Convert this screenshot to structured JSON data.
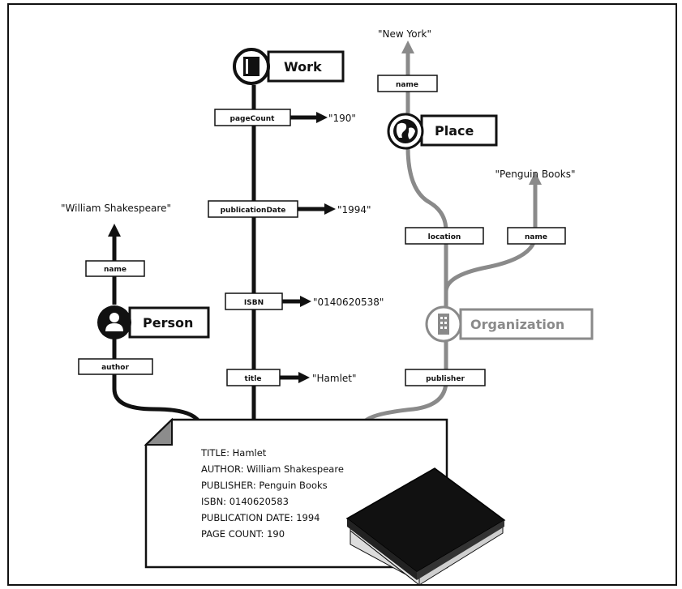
{
  "nodes": {
    "work": "Work",
    "place": "Place",
    "person": "Person",
    "organization": "Organization"
  },
  "properties": {
    "page_count": "pageCount",
    "publication_date": "publicationDate",
    "isbn": "ISBN",
    "title": "title",
    "person_name": "name",
    "author": "author",
    "place_name": "name",
    "location": "location",
    "org_name": "name",
    "publisher": "publisher"
  },
  "values": {
    "page_count": "\"190\"",
    "publication_date": "\"1994\"",
    "isbn": "\"0140620538\"",
    "title": "\"Hamlet\"",
    "person_name": "\"William Shakespeare\"",
    "place_name": "\"New York\"",
    "org_name": "\"Penguin Books\""
  },
  "document": {
    "lines": [
      "TITLE: Hamlet",
      "AUTHOR: William Shakespeare",
      "PUBLISHER: Penguin Books",
      "ISBN: 0140620583",
      "PUBLICATION DATE: 1994",
      "PAGE COUNT: 190"
    ]
  },
  "colors": {
    "primary": "#111111",
    "secondary": "#8a8a8a"
  }
}
